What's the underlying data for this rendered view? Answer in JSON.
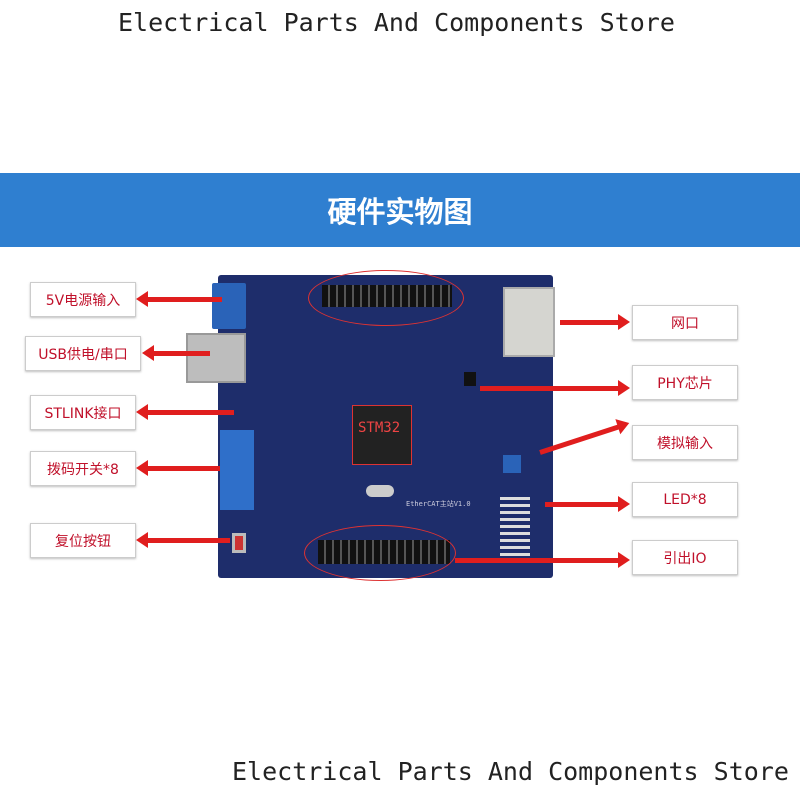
{
  "watermark": "Electrical Parts And Components Store",
  "banner_title": "硬件实物图",
  "board": {
    "chip_label": "STM32",
    "board_label": "EtherCAT主站V1.0"
  },
  "left_labels": [
    "5V电源输入",
    "USB供电/串口",
    "STLINK接口",
    "拨码开关*8",
    "复位按钮"
  ],
  "right_labels": [
    "网口",
    "PHY芯片",
    "模拟输入",
    "LED*8",
    "引出IO"
  ],
  "colors": {
    "banner": "#2f7fd0",
    "arrow": "#e01e1e",
    "label_text": "#c0102a",
    "board": "#1e2d6b"
  }
}
